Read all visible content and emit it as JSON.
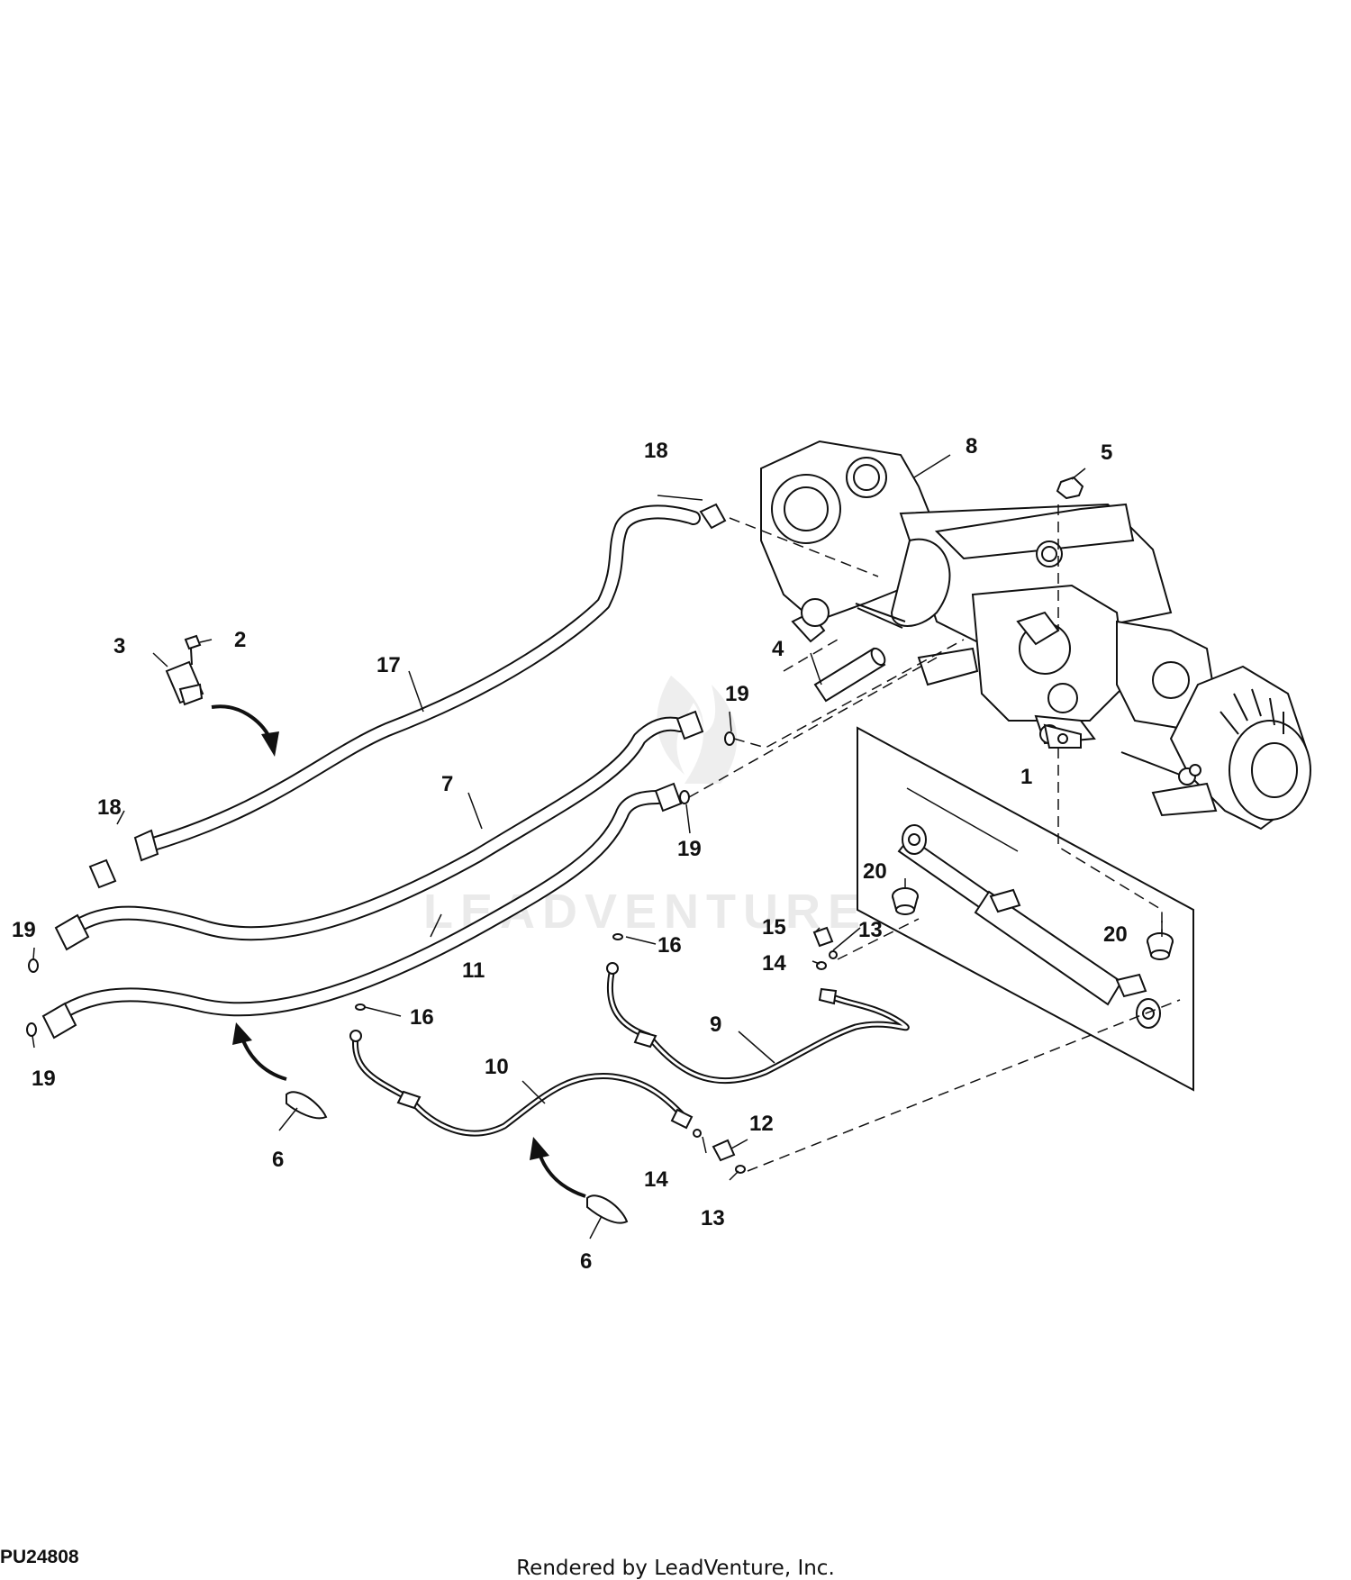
{
  "figure_id": "PU24808",
  "footer": "Rendered by LeadVenture, Inc.",
  "watermark": "LEADVENTURE",
  "callouts": {
    "c1": "1",
    "c2": "2",
    "c3": "3",
    "c4": "4",
    "c5": "5",
    "c6a": "6",
    "c6b": "6",
    "c7": "7",
    "c8": "8",
    "c9": "9",
    "c10": "10",
    "c11": "11",
    "c12": "12",
    "c13a": "13",
    "c13b": "13",
    "c14a": "14",
    "c14b": "14",
    "c15": "15",
    "c16a": "16",
    "c16b": "16",
    "c17": "17",
    "c18a": "18",
    "c18b": "18",
    "c19a": "19",
    "c19b": "19",
    "c19c": "19",
    "c19d": "19",
    "c20a": "20",
    "c20b": "20"
  }
}
